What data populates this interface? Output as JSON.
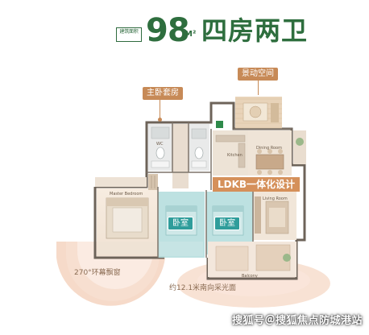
{
  "header": {
    "area_badge": "建筑面积",
    "area_value": "98",
    "area_unit": "M²",
    "layout_title": "四房两卫"
  },
  "labels": {
    "master_suite": "主卧套房",
    "flex_space": "景动空间",
    "ldkb": "LDKB一体化设计",
    "bedroom_1": "卧室",
    "bedroom_2": "卧室",
    "bay_window": "270°环幕飘窗",
    "lighting": "约12.1米南向采光面"
  },
  "room_tiny_labels": {
    "master": "Master Bedroom",
    "kitchen": "Kitchen",
    "dining": "Dining Room",
    "living": "Living Room",
    "balcony": "Balcony",
    "bath": "WC"
  },
  "watermark": "搜狐号＠搜狐焦点防城港站",
  "colors": {
    "brand_green": "#2e6e3e",
    "tag_orange": "#c78a57",
    "bedroom_teal": "#2f9d9b"
  }
}
